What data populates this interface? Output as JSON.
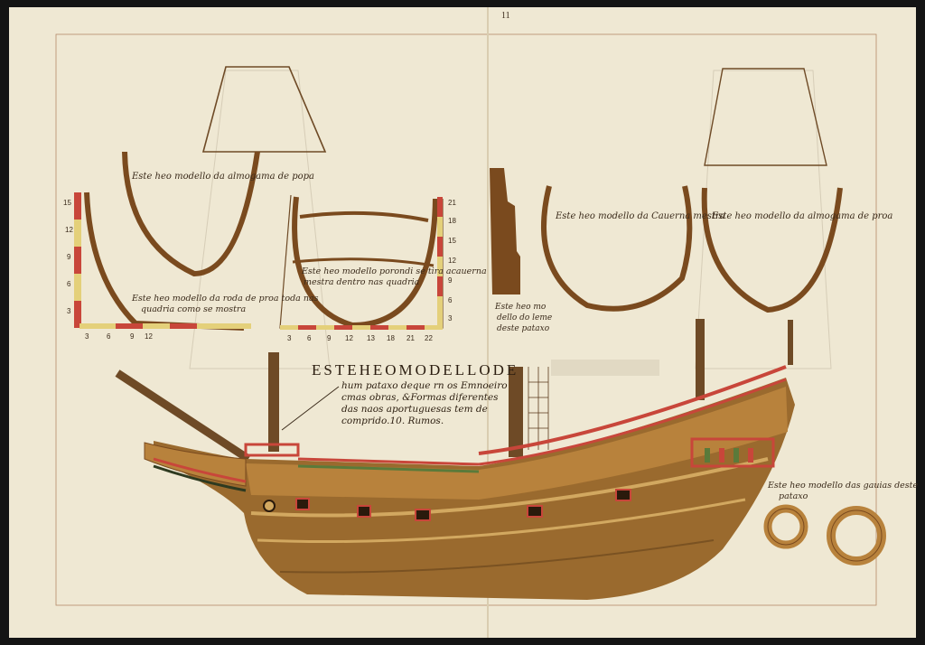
{
  "folio": "11",
  "title": "ESTEHEOMODELLODE",
  "description_lines": [
    "hum pataxo deque rn os Emnoeiro",
    "cmas obras, &Formas diferentes",
    "das naos aportuguesas tem de",
    "comprido.10. Rumos."
  ],
  "captions": {
    "stern_frame": "Este heo modello da almogama de popa",
    "stem_frame_l1": "Este heo modello da roda de proa toda nas",
    "stem_frame_l2": "quadria como se mostra",
    "midship_section_l1": "Este heo modello porondi se tira acauerna",
    "midship_section_l2": "mestra dentro nas quadria",
    "sternpost_l1": "Este heo mo",
    "sternpost_l2": "dello do leme",
    "sternpost_l3": "deste pataxo",
    "master_frame": "Este heo modello da Cauerna mestra",
    "bow_frame": "Este heo modello da almogama de proa",
    "tops_l1": "Este heo modello das gauias deste",
    "tops_l2": "pataxo"
  },
  "scale_left": [
    "15",
    "12",
    "9",
    "6",
    "3"
  ],
  "scale_left_bottom": [
    "3",
    "6",
    "9",
    "12"
  ],
  "scale_mid_bottom": [
    "3",
    "6",
    "9",
    "12",
    "13",
    "18",
    "21",
    "22"
  ],
  "scale_mid_right": [
    "21",
    "18",
    "15",
    "12",
    "9",
    "6",
    "3"
  ]
}
